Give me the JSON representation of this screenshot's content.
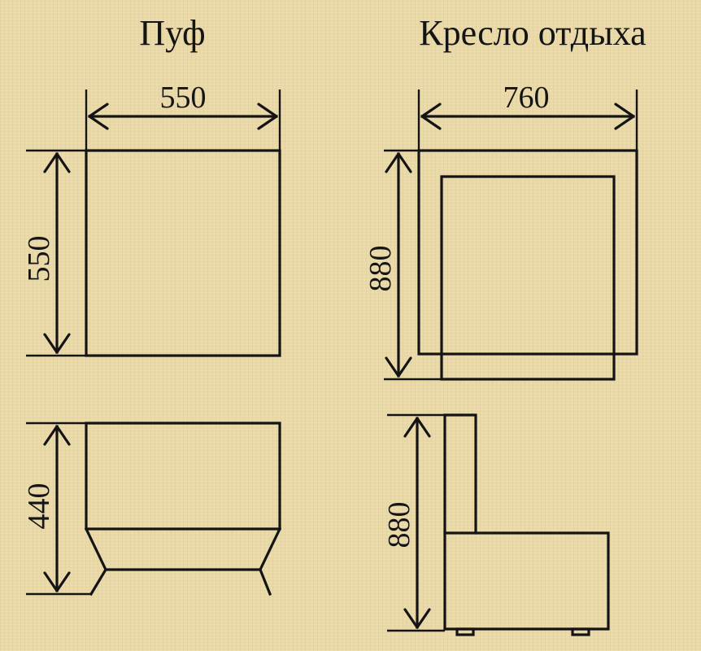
{
  "titles": {
    "pouf": "Пуф",
    "armchair": "Кресло отдыха"
  },
  "dimensions": {
    "pouf_width": "550",
    "pouf_depth": "550",
    "pouf_height": "440",
    "armchair_width": "760",
    "armchair_depth": "880",
    "armchair_height": "880"
  },
  "colors": {
    "background": "#e9d9a9",
    "ink": "#141414"
  }
}
